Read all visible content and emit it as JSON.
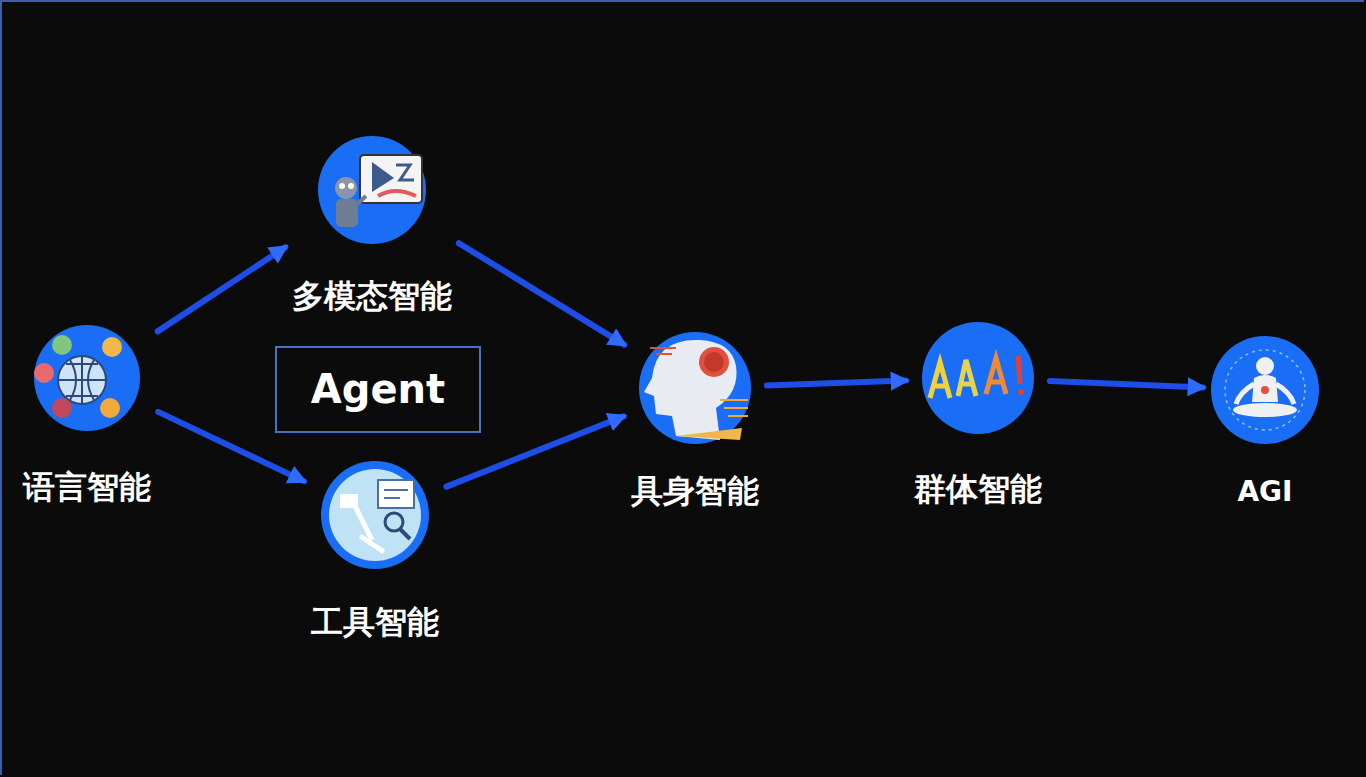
{
  "diagram": {
    "nodes": [
      {
        "text": [
          "语言智能"
        ]
      },
      {
        "text": [
          "多模态智能"
        ]
      },
      {
        "text": [
          "Agent"
        ]
      },
      {
        "text": [
          "工具智能"
        ]
      },
      {
        "text": [
          "具身智能"
        ]
      },
      {
        "text": [
          "群体智能"
        ]
      },
      {
        "text": [
          "AGI"
        ]
      }
    ],
    "edges": [
      {
        "from": 0,
        "to": 1,
        "arrow": "to"
      },
      {
        "from": 0,
        "to": 3,
        "arrow": "to"
      },
      {
        "from": 1,
        "to": 4,
        "arrow": "to"
      },
      {
        "from": 3,
        "to": 4,
        "arrow": "to"
      },
      {
        "from": 4,
        "to": 5,
        "arrow": "to"
      },
      {
        "from": 5,
        "to": 6,
        "arrow": "to"
      }
    ]
  }
}
